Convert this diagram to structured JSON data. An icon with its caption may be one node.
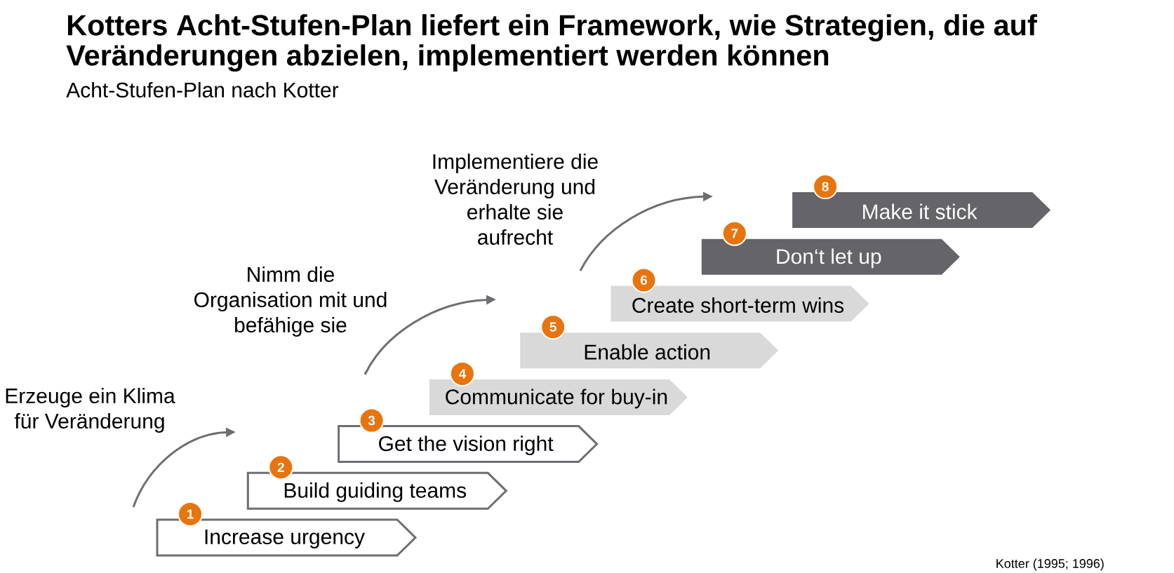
{
  "diagram": {
    "title": "Kotters Acht-Stufen-Plan liefert ein Framework, wie Strategien, die auf Veränderungen abzielen, implementiert werden können",
    "nodes": [
      {
        "text": [
          "1"
        ]
      },
      {
        "text": [
          "Increase urgency"
        ]
      },
      {
        "text": [
          "2"
        ]
      },
      {
        "text": [
          "Build guiding teams"
        ]
      },
      {
        "text": [
          "3"
        ]
      },
      {
        "text": [
          "Get the vision right"
        ]
      },
      {
        "text": [
          "4"
        ]
      },
      {
        "text": [
          "Communicate for buy-in"
        ]
      },
      {
        "text": [
          "5"
        ]
      },
      {
        "text": [
          "Enable action"
        ]
      },
      {
        "text": [
          "6"
        ]
      },
      {
        "text": [
          "Create short-term wins"
        ]
      },
      {
        "text": [
          "7"
        ]
      },
      {
        "text": [
          "Don‘t let up"
        ]
      },
      {
        "text": [
          "8"
        ]
      },
      {
        "text": [
          "Make it stick"
        ]
      }
    ],
    "labels": [
      "Acht-Stufen-Plan nach Kotter",
      "Implementiere die Veränderung und erhalte sie aufrecht",
      "Nimm die Organisation mit und befähige sie",
      "Erzeuge ein Klima für Veränderung",
      "Kotter (1995; 1996)"
    ]
  }
}
